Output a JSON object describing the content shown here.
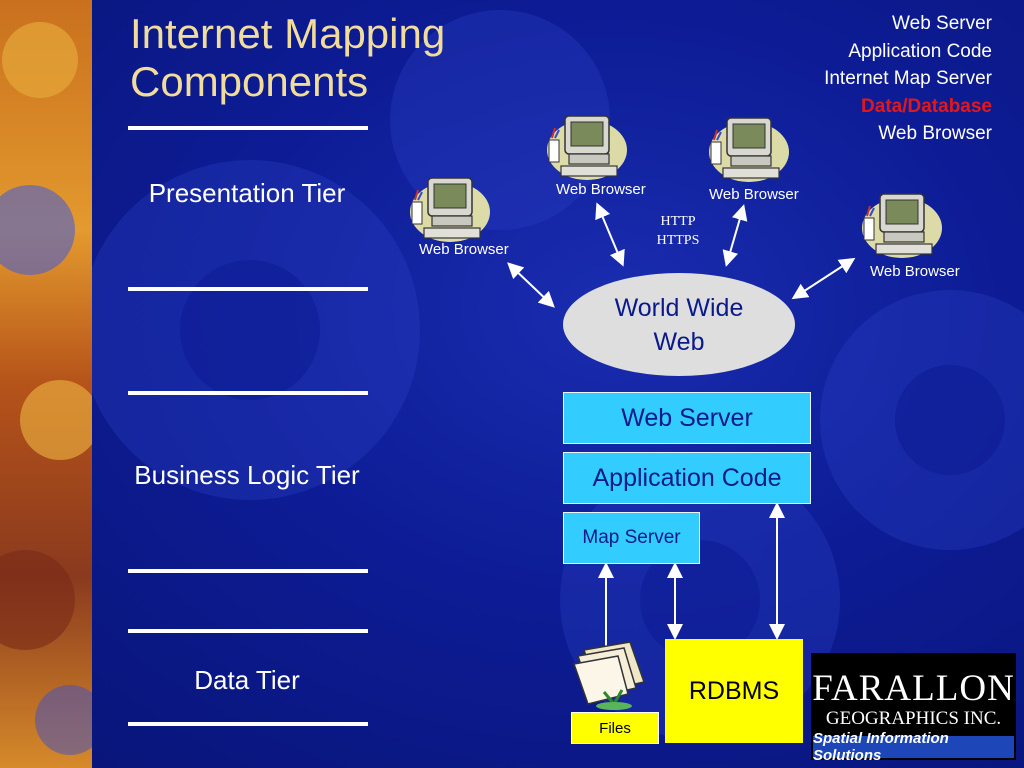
{
  "slide": {
    "title_line1": "Internet Mapping",
    "title_line2": "Components"
  },
  "legend": {
    "items": [
      "Web Server",
      "Application Code",
      "Internet Map Server",
      "Data/Database",
      "Web Browser"
    ],
    "highlighted_index": 3,
    "highlight_color": "#e0181c"
  },
  "tiers": {
    "presentation": "Presentation Tier",
    "business": "Business Logic Tier",
    "data": "Data Tier"
  },
  "diagram": {
    "browser_label": "Web Browser",
    "protocol_line1": "HTTP",
    "protocol_line2": "HTTPS",
    "www_line1": "World Wide",
    "www_line2": "Web",
    "web_server": "Web Server",
    "application_code": "Application Code",
    "map_server": "Map Server",
    "rdbms": "RDBMS",
    "files": "Files"
  },
  "logo": {
    "line1": "FARALLON",
    "line2": "GEOGRAPHICS INC.",
    "tagline": "Spatial Information Solutions"
  },
  "colors": {
    "background": "#0d1c95",
    "title": "#f2dc9c",
    "box_cyan": "#33ccff",
    "box_yellow": "#ffff00"
  }
}
